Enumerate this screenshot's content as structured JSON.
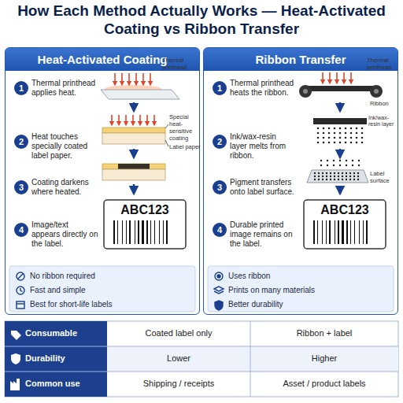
{
  "diagram": {
    "title": "How Each Method Actually Works — Heat-Activated Coating vs Ribbon Transfer",
    "nodes": [
      {
        "text": [
          "Heat-Activated Coating"
        ]
      },
      {
        "text": [
          "1"
        ],
        "in": 0
      },
      {
        "text": [
          "2"
        ],
        "in": 0
      },
      {
        "text": [
          "3"
        ],
        "in": 0
      },
      {
        "text": [
          "4"
        ],
        "in": 0
      },
      {
        "text": [
          "Ribbon Transfer"
        ]
      },
      {
        "text": [
          "1"
        ],
        "in": 5
      },
      {
        "text": [
          "2"
        ],
        "in": 5
      },
      {
        "text": [
          "3"
        ],
        "in": 5
      },
      {
        "text": [
          "4"
        ],
        "in": 5
      }
    ],
    "labels": [
      "Thermal printhead applies heat.",
      "Thermal printhead",
      "Heat touches specially coated label paper.",
      "Special heat-sensitive coating",
      "Label paper",
      "Coating darkens where heated.",
      "Image/text appears directly on the label.",
      "ABC123",
      "No ribbon required",
      "Fast and simple",
      "Best for short-life labels",
      "Thermal printhead heats the ribbon.",
      "Thermal printhead",
      "Ribbon",
      "Ink/wax-resin layer melts from ribbon.",
      "Ink/wax-resin layer",
      "Pigment transfers onto label surface.",
      "Label surface",
      "Durable printed image remains on the label.",
      "ABC123",
      "Uses ribbon",
      "Prints on many materials",
      "Better durability",
      "Consumable",
      "Coated label only",
      "Ribbon + label",
      "Durability",
      "Lower",
      "Higher",
      "Common use",
      "Shipping / receipts",
      "Asset / product labels"
    ]
  }
}
